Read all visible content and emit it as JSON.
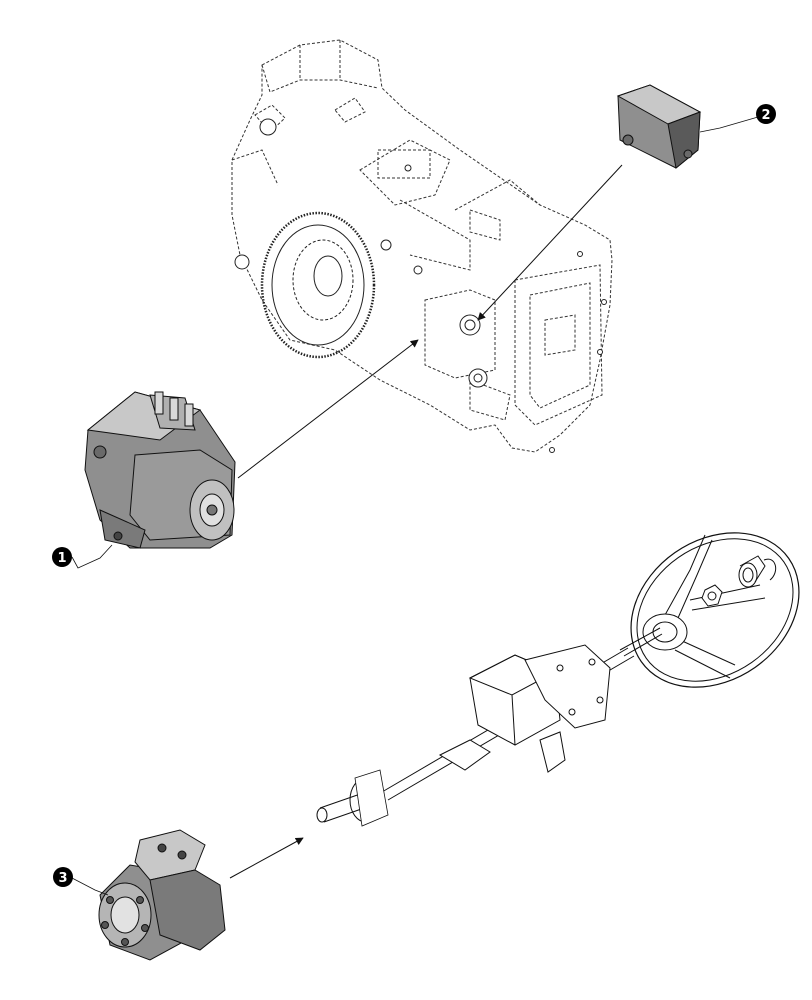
{
  "callouts": [
    {
      "id": "pump",
      "label": "1"
    },
    {
      "id": "valve-block",
      "label": "2"
    },
    {
      "id": "steering-unit",
      "label": "3"
    }
  ],
  "colors": {
    "line": "#111111",
    "dash": "#333333",
    "part_fill": "#8f8f8f",
    "part_light": "#c8c8c8",
    "part_dark": "#5a5a5a",
    "callout_fill": "#000000",
    "callout_text": "#ffffff"
  }
}
